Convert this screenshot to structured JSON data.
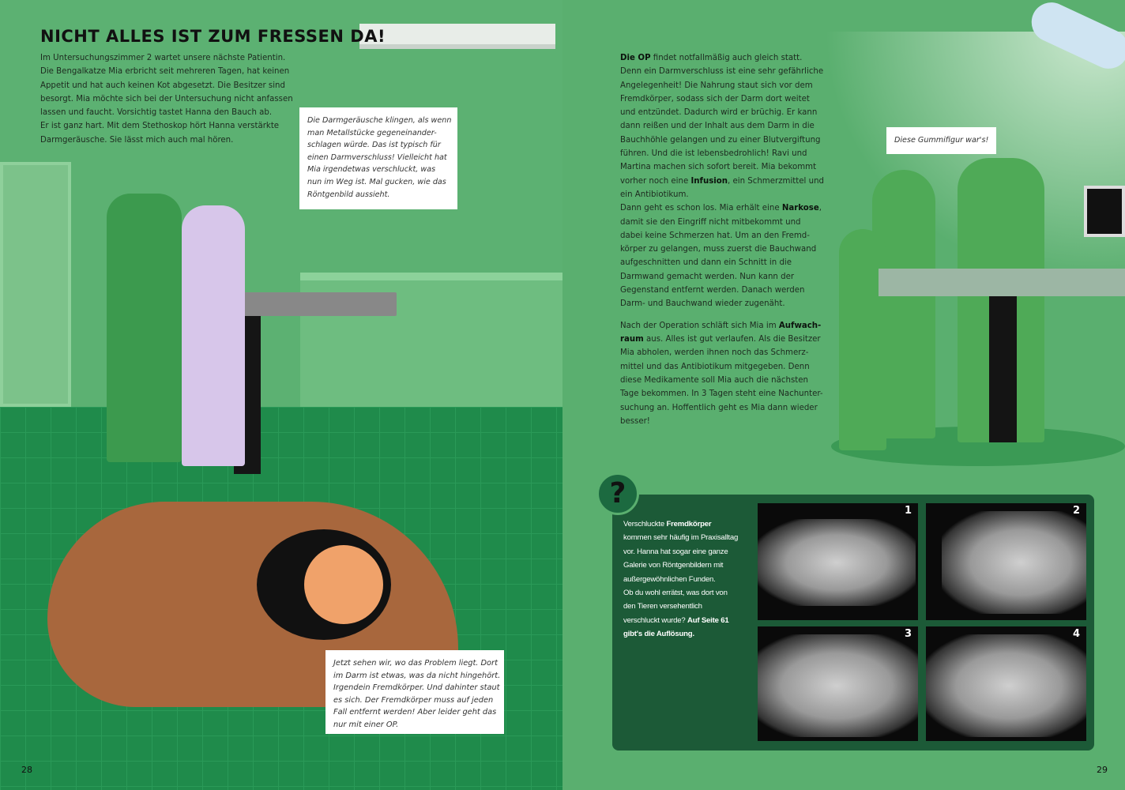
{
  "left_page": {
    "title": "NICHT ALLES IST ZUM FRESSEN DA!",
    "intro_lines": [
      "Im Untersuchungszimmer 2 wartet unsere nächste Patientin.",
      "Die Bengalkatze Mia erbricht seit mehreren Tagen, hat keinen",
      "Appetit und hat auch keinen Kot abgesetzt. Die Besitzer sind",
      "besorgt. Mia möchte sich bei der Untersuchung nicht anfassen",
      "lassen und faucht. Vorsichtig tastet Hanna den Bauch ab.",
      "Er ist ganz hart. Mit dem Stethoskop hört Hanna verstärkte",
      "Darmgeräusche. Sie lässt mich auch mal hören."
    ],
    "bubble1_lines": [
      "Die Darmgeräusche klingen, als wenn",
      "man Metallstücke gegeneinander-",
      "schlagen würde. Das ist typisch für",
      "einen Darmverschluss! Vielleicht hat",
      "Mia irgendetwas verschluckt, was",
      "nun im Weg ist. Mal gucken, wie das",
      "Röntgenbild aussieht."
    ],
    "bubble2_lines": [
      "Jetzt sehen wir, wo das Problem liegt. Dort",
      "im Darm ist etwas, was da nicht hingehört.",
      "Irgendein Fremdkörper. Und dahinter staut",
      "es sich. Der Fremdkörper muss auf jeden",
      "Fall entfernt werden! Aber leider geht das",
      "nur mit einer OP."
    ],
    "page_number": "28"
  },
  "right_page": {
    "body_lines": [
      [
        [
          "Die OP",
          1
        ],
        [
          " findet notfallmäßig auch gleich statt.",
          0
        ]
      ],
      [
        [
          "Denn ein Darmverschluss ist eine sehr gefährliche",
          0
        ]
      ],
      [
        [
          "Angelegenheit! Die Nahrung staut sich vor dem",
          0
        ]
      ],
      [
        [
          "Fremdkörper, sodass sich der Darm dort weitet",
          0
        ]
      ],
      [
        [
          "und entzündet. Dadurch wird er brüchig. Er kann",
          0
        ]
      ],
      [
        [
          "dann reißen und der Inhalt aus dem Darm in die",
          0
        ]
      ],
      [
        [
          "Bauchhöhle gelangen und zu einer Blutvergiftung",
          0
        ]
      ],
      [
        [
          "führen. Und die ist lebensbedrohlich! Ravi und",
          0
        ]
      ],
      [
        [
          "Martina machen sich sofort bereit. Mia bekommt",
          0
        ]
      ],
      [
        [
          "vorher noch eine ",
          0
        ],
        [
          "Infusion",
          1
        ],
        [
          ", ein Schmerzmittel und",
          0
        ]
      ],
      [
        [
          "ein Antibiotikum.",
          0
        ]
      ],
      [
        [
          "Dann geht es schon los. Mia erhält eine ",
          0
        ],
        [
          "Narkose",
          1
        ],
        [
          ",",
          0
        ]
      ],
      [
        [
          "damit sie den Eingriff nicht mitbekommt und",
          0
        ]
      ],
      [
        [
          "dabei keine Schmerzen hat. Um an den Fremd-",
          0
        ]
      ],
      [
        [
          "körper zu gelangen, muss zuerst die Bauchwand",
          0
        ]
      ],
      [
        [
          "aufgeschnitten und dann ein Schnitt in die",
          0
        ]
      ],
      [
        [
          "Darmwand gemacht werden. Nun kann der",
          0
        ]
      ],
      [
        [
          "Gegenstand entfernt werden. Danach werden",
          0
        ]
      ],
      [
        [
          "Darm- und Bauchwand wieder zugenäht.",
          0
        ]
      ],
      [
        [
          "",
          0
        ]
      ],
      [
        [
          "Nach der Operation schläft sich Mia im ",
          0
        ],
        [
          "Aufwach-",
          1
        ]
      ],
      [
        [
          "raum",
          1
        ],
        [
          " aus. Alles ist gut verlaufen. Als die Besitzer",
          0
        ]
      ],
      [
        [
          "Mia abholen, werden ihnen noch das Schmerz-",
          0
        ]
      ],
      [
        [
          "mittel und das Antibiotikum mitgegeben. Denn",
          0
        ]
      ],
      [
        [
          "diese Medikamente soll Mia auch die nächsten",
          0
        ]
      ],
      [
        [
          "Tage bekommen. In 3 Tagen steht eine Nachunter-",
          0
        ]
      ],
      [
        [
          "suchung an. Hoffentlich geht es Mia dann wieder",
          0
        ]
      ],
      [
        [
          "besser!",
          0
        ]
      ]
    ],
    "speech_bubble": "Diese Gummifigur war's!",
    "quiz": {
      "icon": "?",
      "lines": [
        [
          [
            "Verschluckte ",
            0
          ],
          [
            "Fremdkörper",
            1
          ]
        ],
        [
          [
            "kommen sehr häufig im Praxisalltag",
            0
          ]
        ],
        [
          [
            "vor. Hanna hat sogar eine ganze",
            0
          ]
        ],
        [
          [
            "Galerie von Röntgenbildern mit",
            0
          ]
        ],
        [
          [
            "außergewöhnlichen Funden.",
            0
          ]
        ],
        [
          [
            "Ob du wohl errätst, was dort von",
            0
          ]
        ],
        [
          [
            "den Tieren versehentlich",
            0
          ]
        ],
        [
          [
            "verschluckt wurde? ",
            0
          ],
          [
            "Auf Seite 61",
            1
          ]
        ],
        [
          [
            "gibt's die Auflösung.",
            1
          ]
        ]
      ],
      "xray_labels": [
        "1",
        "2",
        "3",
        "4"
      ]
    },
    "page_number": "29"
  }
}
